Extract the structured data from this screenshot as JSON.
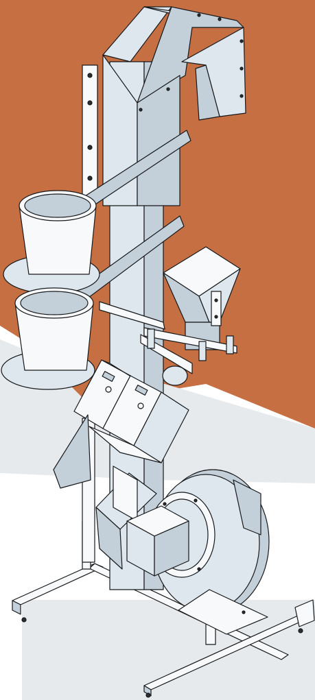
{
  "colors": {
    "background": "#ffffff",
    "accent_orange": "#c56f43",
    "panel_grey": "#e6eaed",
    "metal_light": "#dfe7ee",
    "metal_mid": "#c3cfd9",
    "metal_dark": "#9aa9b6",
    "frame_white": "#f7f9fb",
    "outline": "#16181a",
    "bolt": "#2b2f33"
  },
  "illustration": {
    "subject": "pneumatic-conveyor-machine",
    "parts": [
      "duct-pipe",
      "vertical-column",
      "bag-holders",
      "feed-hopper",
      "control-boxes",
      "blower-fan",
      "base-stand"
    ]
  }
}
